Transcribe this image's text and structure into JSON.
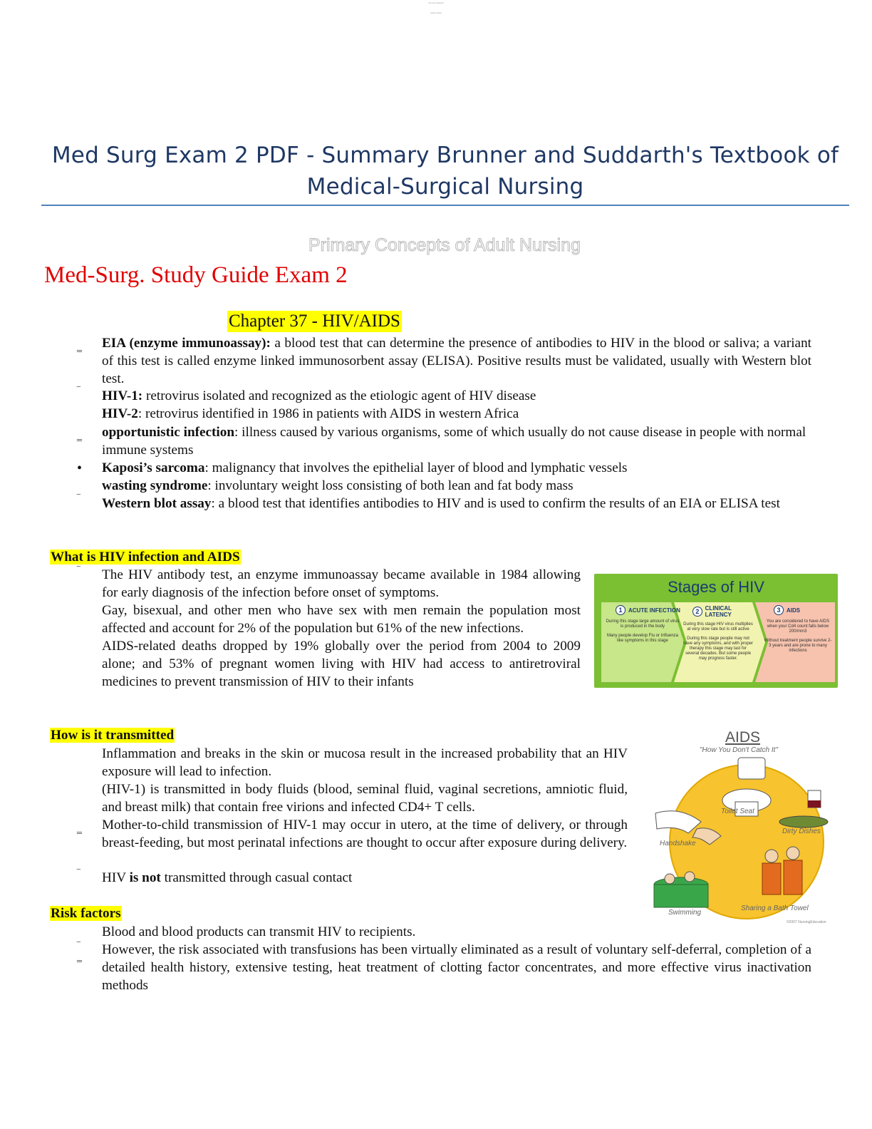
{
  "header_fineprint": [
    "xxx xxx xxxxxxx",
    "xxxxx xxxxx"
  ],
  "doc_title_line1": "Med Surg Exam 2 PDF - Summary Brunner and Suddarth's Textbook of",
  "doc_title_line2": "Medical-Surgical Nursing",
  "subtitle": "Primary Concepts of Adult Nursing",
  "guide_title": "Med-Surg. Study Guide Exam 2",
  "chapter_title": "Chapter 37 - HIV/AIDS",
  "definitions": {
    "eia_term": "EIA (enzyme immunoassay):",
    "eia_text": " a blood test that can determine the presence of antibodies to HIV in the blood or saliva; a variant of this test is called enzyme linked immunosorbent assay (ELISA). Positive results must be validated, usually with Western blot test.",
    "hiv1_term": "HIV-1:",
    "hiv1_text": " retrovirus isolated and recognized as the etiologic agent of HIV disease",
    "hiv2_term": "HIV-2",
    "hiv2_text": ": retrovirus identified in 1986 in patients with AIDS in western Africa",
    "opp_term": "opportunistic infection",
    "opp_text": ": illness caused by various organisms, some of which usually do not cause disease in people with normal immune systems",
    "kaposi_term": "Kaposi’s sarcoma",
    "kaposi_text": ": malignancy that involves the epithelial layer of blood and lymphatic vessels",
    "wasting_term": "wasting syndrome",
    "wasting_text": ": involuntary weight loss consisting of both lean and fat body mass",
    "western_term": "Western blot assay",
    "western_text": ": a blood test that identifies antibodies to HIV and is used to confirm the results of an EIA or ELISA test"
  },
  "section_what": {
    "heading": "What is HIV infection and AIDS",
    "p1": "The HIV antibody test, an enzyme immunoassay became available in 1984 allowing for early diagnosis of the infection before onset of symptoms.",
    "p2": "Gay, bisexual, and other men who have sex with men remain the population most affected and account for 2% of the population but 61% of the new infections.",
    "p3": "AIDS-related deaths dropped by 19% globally over the period from 2004 to 2009 alone; and 53% of pregnant women living with HIV had access to antiretroviral medicines to prevent transmission of HIV to their infants"
  },
  "stages_figure": {
    "title": "Stages of HIV",
    "stages": [
      {
        "num": "1",
        "label": "ACUTE INFECTION",
        "text1": "During this stage large amount of virus is produced in the body",
        "text2": "Many people develop Flu or Influenza like symptoms in this stage"
      },
      {
        "num": "2",
        "label": "CLINICAL LATENCY",
        "text1": "During this stage HIV virus multiplies at very slow rate but is still active",
        "text2": "During this stage people may not have any symptoms, and with proper therapy this stage may last for several decades. But some people may progress faster."
      },
      {
        "num": "3",
        "label": "AIDS",
        "text1": "You are considered to have AIDS when your Cd4 count falls below 200/mm3",
        "text2": "Without treatment people survive 2-3 years and are prone to many infections"
      }
    ],
    "colors": {
      "background": "#7bbf33",
      "stage1": "#c8e68a",
      "stage2": "#f1f3b0",
      "stage3": "#f7c3ae"
    }
  },
  "section_transmitted": {
    "heading": "How is it transmitted",
    "p1": "Inflammation and breaks in the skin or mucosa result in the increased probability that an HIV exposure will lead to infection.",
    "p2": "(HIV-1) is transmitted in body fluids (blood, seminal fluid, vaginal secretions, amniotic fluid, and breast milk) that contain free virions and infected CD4+ T cells.",
    "p3": "Mother-to-child transmission of HIV-1 may occur in utero, at the time of delivery, or through breast-feeding, but most perinatal infections are thought to occur after exposure during delivery.",
    "p4_a": "HIV ",
    "p4_b": "is not",
    "p4_c": " transmitted through casual contact"
  },
  "aids_figure": {
    "title": "AIDS",
    "subtitle": "\"How You Don't Catch It\"",
    "labels": [
      "Toilet Seat",
      "Dirty Dishes",
      "Handshake",
      "Swimming",
      "Sharing a Bath Towel"
    ],
    "credit": "©2007 NursingEducation"
  },
  "section_risk": {
    "heading": "Risk factors",
    "p1": "Blood and blood products can transmit HIV to recipients.",
    "p2": "However, the risk associated with transfusions has been virtually eliminated as a result of voluntary self-deferral, completion of a detailed health history, extensive testing, heat treatment of clotting factor concentrates, and more effective virus inactivation methods"
  },
  "bullet_glyphs": {
    "dash": "‗",
    "macron": "‾",
    "dot": "•",
    "double": "‗"
  }
}
